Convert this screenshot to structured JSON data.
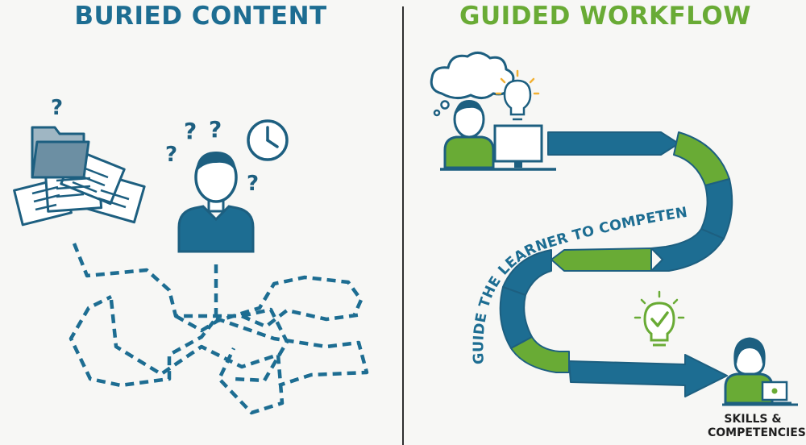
{
  "left_panel": {
    "title": "BURIED CONTENT",
    "question_marks": [
      "?",
      "?",
      "?",
      "?",
      "?"
    ]
  },
  "right_panel": {
    "title": "GUIDED WORKFLOW",
    "path_label": "GUIDE THE LEARNER TO COMPETENCE",
    "destination_line1": "SKILLS &",
    "destination_line2": "COMPETENCIES"
  },
  "colors": {
    "blue": "#1d6d92",
    "green": "#69ab35",
    "background": "#f7f7f5"
  },
  "icons": [
    "folder-icon",
    "documents-icon",
    "person-icon",
    "clock-icon",
    "thought-cloud-icon",
    "lightbulb-icon",
    "monitor-icon",
    "checkmark-lightbulb-icon",
    "laptop-icon"
  ]
}
